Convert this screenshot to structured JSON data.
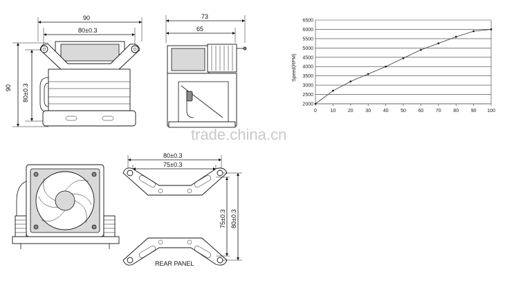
{
  "front_view": {
    "width_overall": "90",
    "width_holes": "80±0.3",
    "height_overall": "90",
    "height_holes": "80±0.3"
  },
  "side_view": {
    "width_overall": "73",
    "width_body": "65"
  },
  "rear_panel": {
    "label": "REAR PANEL",
    "width_outer": "80±0.3",
    "width_inner": "75±0.3",
    "height_inner": "75±0.3",
    "height_outer": "80±0.3"
  },
  "watermark": "trade.china.cn",
  "chart_data": {
    "type": "line",
    "ylabel": "Speed(RPM)",
    "xlabel": "",
    "x": [
      0,
      10,
      20,
      30,
      40,
      50,
      60,
      70,
      80,
      90,
      100
    ],
    "values": [
      2000,
      2700,
      3200,
      3600,
      4000,
      4450,
      4900,
      5250,
      5600,
      5900,
      6000
    ],
    "xlim": [
      0,
      100
    ],
    "ylim": [
      2000,
      6500
    ],
    "x_ticks": [
      0,
      10,
      20,
      30,
      40,
      50,
      60,
      70,
      80,
      90,
      100
    ],
    "y_ticks": [
      2000,
      2500,
      3000,
      3500,
      4000,
      4500,
      5000,
      5500,
      6000,
      6500
    ],
    "grid": "horizontal",
    "markers": true
  }
}
